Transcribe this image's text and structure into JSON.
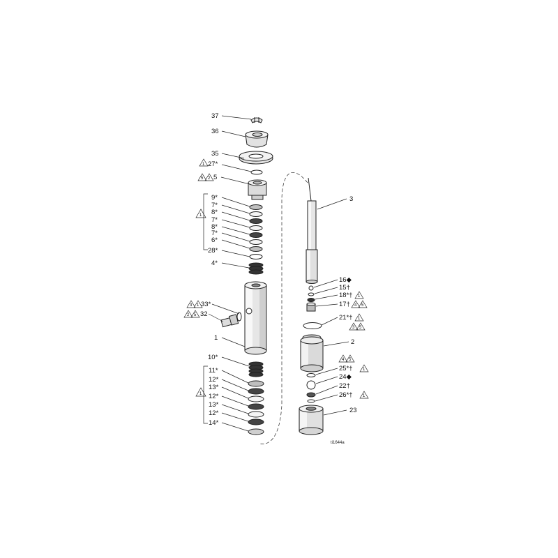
{
  "diagram": {
    "reference_code": "ti1644a",
    "callouts": {
      "p37": "37",
      "p36": "36",
      "p35": "35",
      "p27": "27*",
      "p5": "5",
      "p9": "9*",
      "p7a": "7*",
      "p8a": "8*",
      "p7b": "7*",
      "p8b": "8*",
      "p7c": "7*",
      "p6": "6*",
      "p28": "28*",
      "p4": "4*",
      "p33": "33*",
      "p32": "32",
      "p1": "1",
      "p10": "10*",
      "p11": "11*",
      "p12a": "12*",
      "p13a": "13*",
      "p12b": "12*",
      "p13b": "13*",
      "p12c": "12*",
      "p14": "14*",
      "p3": "3",
      "p16": "16◆",
      "p15": "15†",
      "p18": "18*†",
      "p17": "17†",
      "p21": "21*†",
      "p2": "2",
      "p25": "25*†",
      "p24": "24◆",
      "p22": "22†",
      "p26": "26*†",
      "p23": "23"
    },
    "note_triangles": {
      "n27": "1",
      "n5a": "5",
      "n5b": "2",
      "nBracketTop": "1",
      "n33": "3",
      "n33b": "1",
      "n32a": "2",
      "n32b": "5",
      "nBracketBot": "1",
      "n18": "1",
      "n17a": "4",
      "n17b": "5",
      "n21": "1",
      "n21b": "3",
      "n21c": "5",
      "n2a": "4",
      "n2b": "5",
      "n25": "1",
      "n26": "1"
    }
  }
}
